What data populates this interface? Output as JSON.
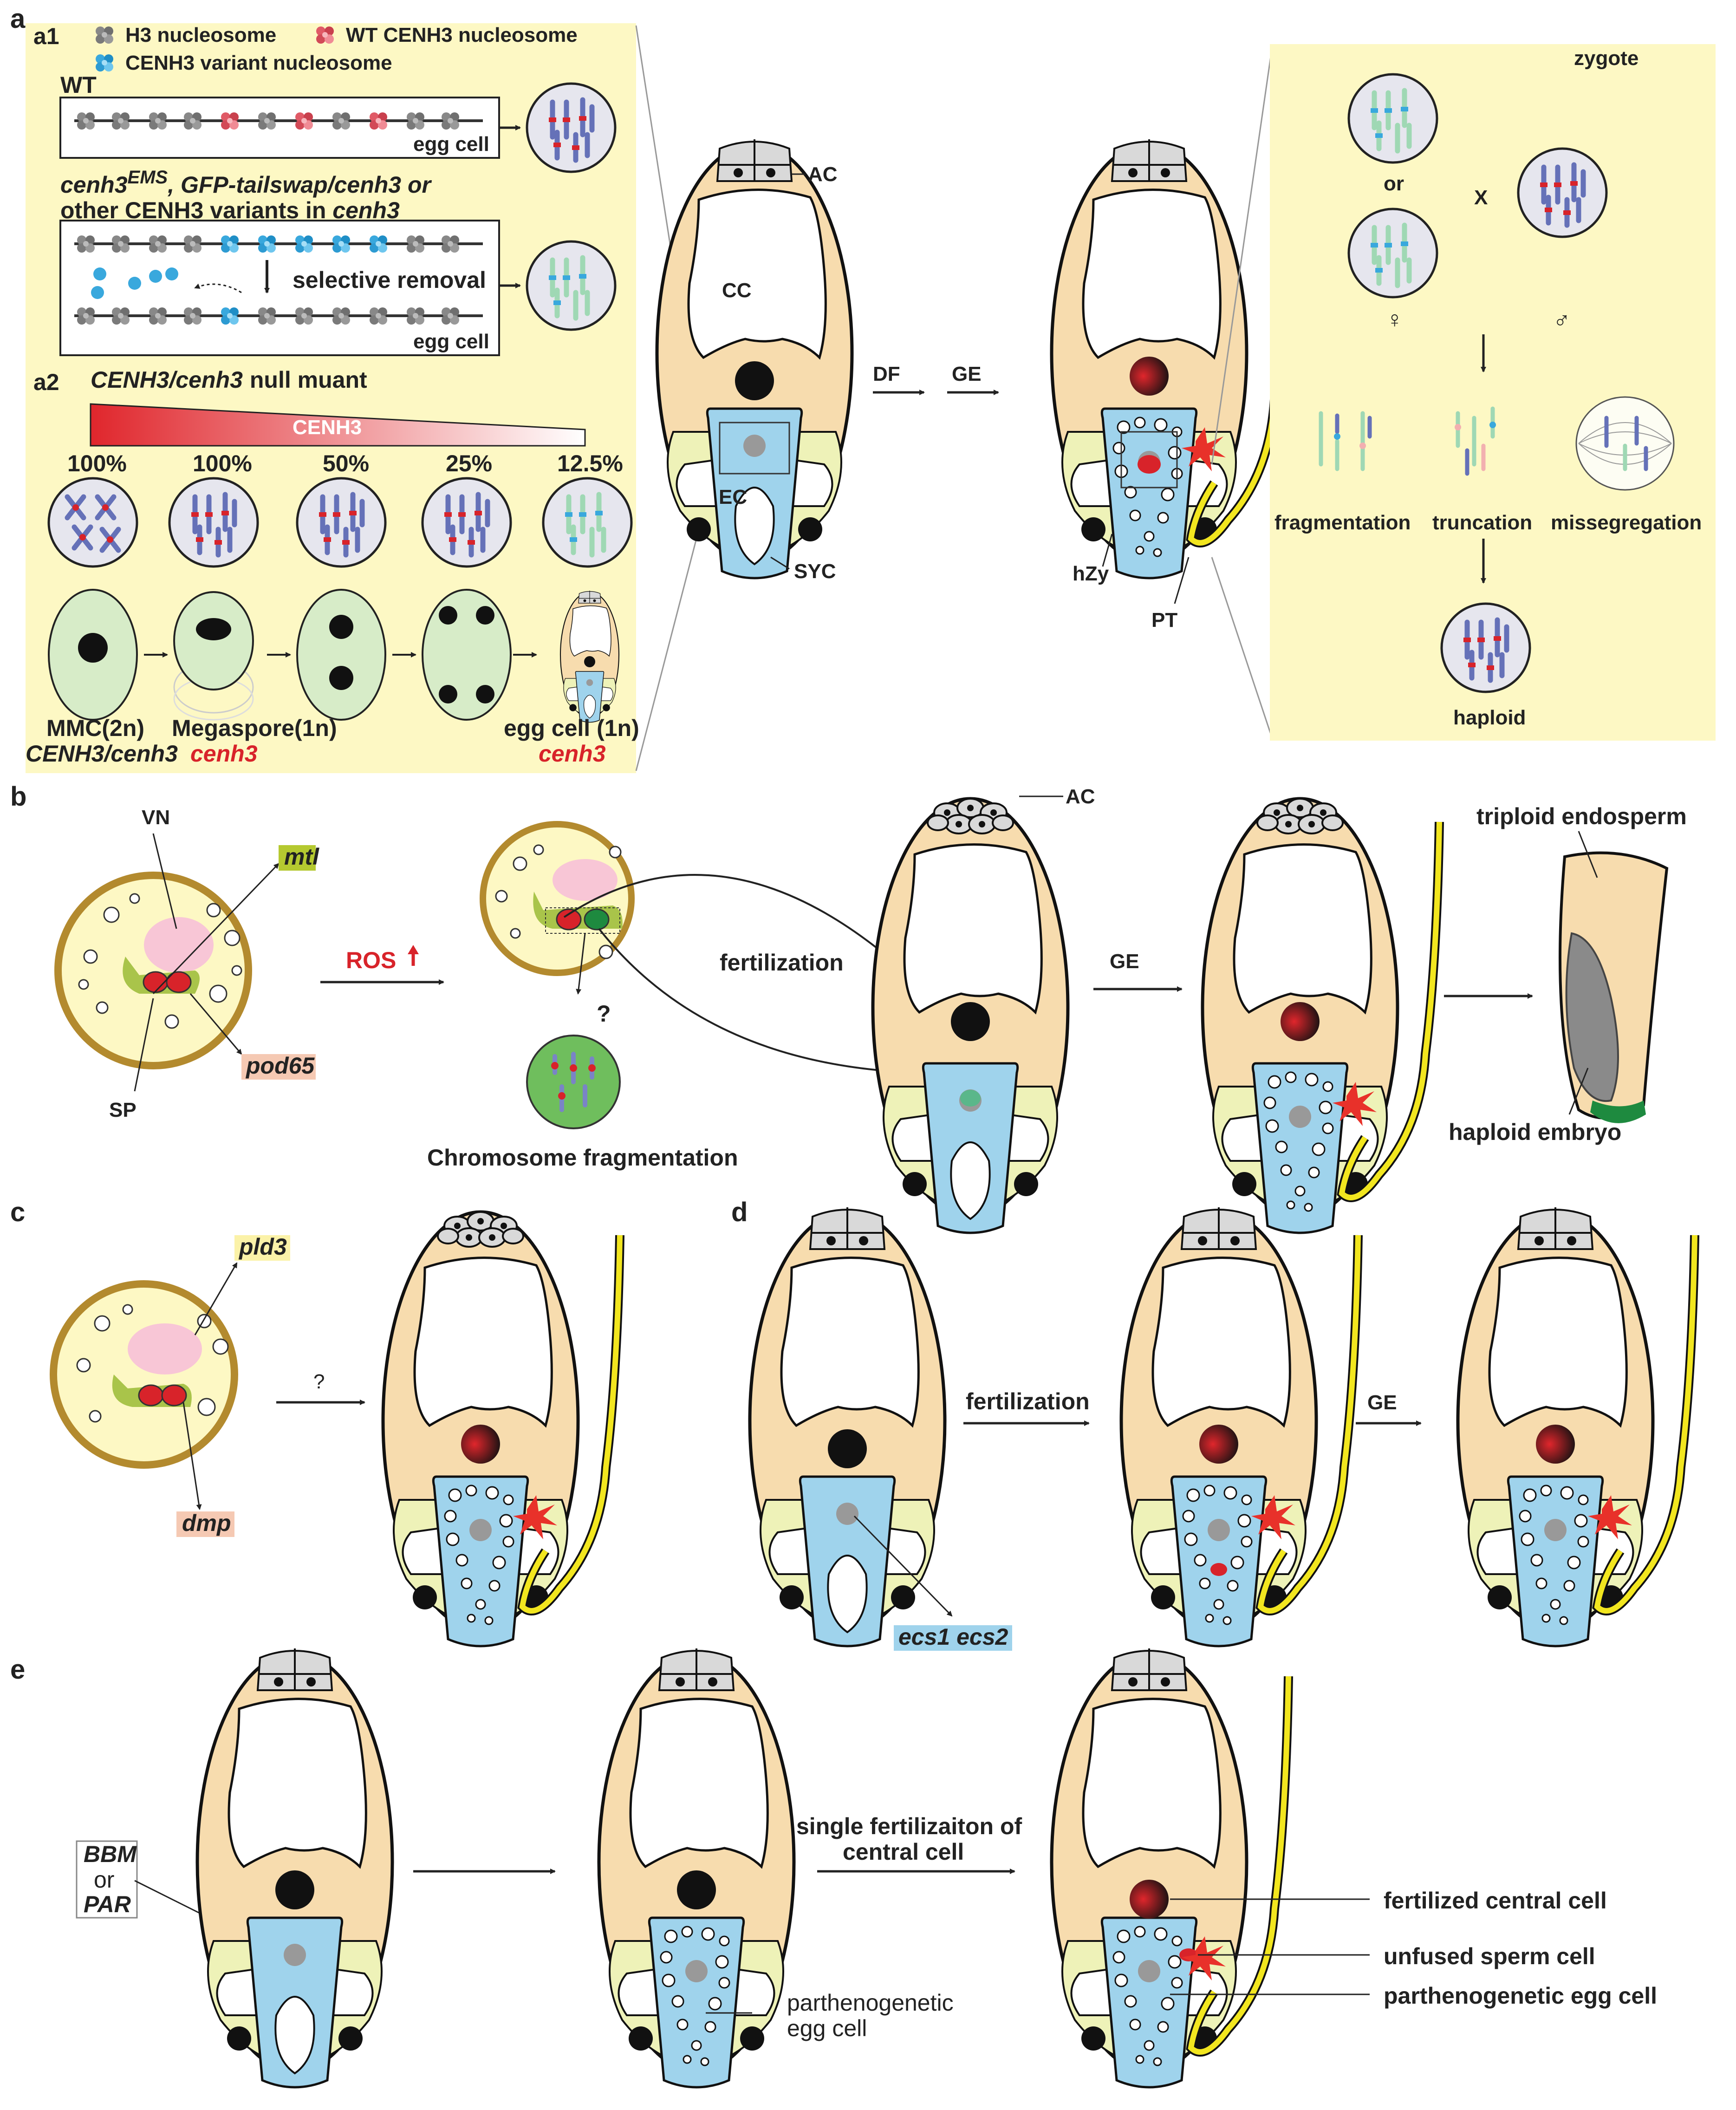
{
  "panels": {
    "a": "a",
    "a1": "a1",
    "a2": "a2",
    "b": "b",
    "c": "c",
    "d": "d",
    "e": "e"
  },
  "legend": {
    "h3": "H3 nucleosome",
    "wt_cenh3": "WT CENH3 nucleosome",
    "variant": "CENH3 variant nucleosome"
  },
  "a1": {
    "wt": "WT",
    "egg_cell_1": "egg cell",
    "mutant_line1_a": "cenh3",
    "mutant_line1_sup": "EMS",
    "mutant_line1_b": ", GFP-tailswap/cenh3 or",
    "mutant_line2_a": "other CENH3 variants in ",
    "mutant_line2_b": "cenh3",
    "selective_removal": "selective removal",
    "egg_cell_2": "egg cell"
  },
  "a2": {
    "title_a": "CENH3/cenh3",
    "title_b": "null muant",
    "gradient_label": "CENH3",
    "percents": [
      "100%",
      "100%",
      "50%",
      "25%",
      "12.5%"
    ],
    "mmc": "MMC(2n)",
    "mmc_geno": "CENH3/cenh3",
    "megaspore": "Megaspore(1n)",
    "megaspore_geno": "cenh3",
    "egg": "egg cell (1n)",
    "egg_geno": "cenh3"
  },
  "a_center": {
    "ac": "AC",
    "cc": "CC",
    "ec": "EC",
    "syc": "SYC",
    "df": "DF",
    "ge": "GE",
    "hzy": "hZy",
    "pt": "PT"
  },
  "a_right": {
    "zygote": "zygote",
    "or": "or",
    "cross": "X",
    "female": "♀",
    "male": "♂",
    "fragmentation": "fragmentation",
    "truncation": "truncation",
    "missegregation": "missegregation",
    "haploid": "haploid"
  },
  "b": {
    "vn": "VN",
    "sp": "SP",
    "mtl": "mtl",
    "pod65": "pod65",
    "ros": "ROS",
    "q": "?",
    "chrom_frag": "Chromosome fragmentation",
    "fertilization": "fertilization",
    "ac": "AC",
    "ge": "GE",
    "triploid": "triploid endosperm",
    "haploid_embryo": "haploid embryo"
  },
  "c": {
    "pld3": "pld3",
    "dmp": "dmp",
    "q": "?"
  },
  "d": {
    "fertilization": "fertilization",
    "ge": "GE",
    "ecs": "ecs1 ecs2"
  },
  "e": {
    "bbm": "BBM",
    "or": "or",
    "par": "PAR",
    "single_a": "single fertilizaiton of",
    "single_b": "central cell",
    "parth_a": "parthenogenetic",
    "parth_b": "egg cell",
    "fert_central": "fertilized central cell",
    "unfused": "unfused sperm cell",
    "parth_egg": "parthenogenetic egg cell"
  },
  "colors": {
    "ovule": "#f7dcae",
    "egg": "#9fd3ec",
    "pale": "#fdf8c4",
    "synergid": "#eef2b8",
    "pollen_tube": "#f2e61f",
    "red": "#d8232a",
    "brown": "#b38a2e",
    "chrom_blue": "#6571b8",
    "chrom_green": "#9fd8b4",
    "chrom_pink": "#f2b0b0"
  }
}
